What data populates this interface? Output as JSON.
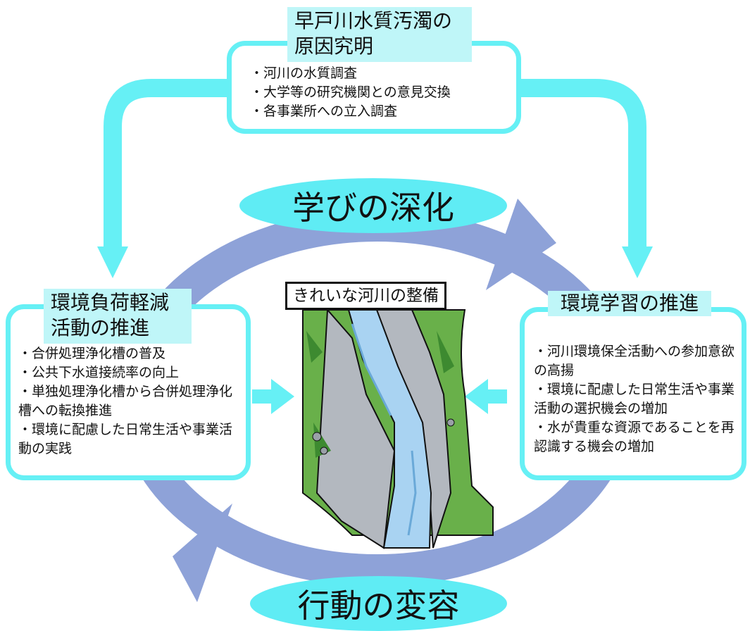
{
  "top_box": {
    "title_line1": "早戸川水質汚濁の",
    "title_line2": "原因究明",
    "items": [
      "・河川の水質調査",
      "・大学等の研究機関との意見交換",
      "・各事業所への立入調査"
    ]
  },
  "left_box": {
    "title_line1": "環境負荷軽減",
    "title_line2": "活動の推進",
    "items": [
      "・合併処理浄化槽の普及",
      "・公共下水道接続率の向上",
      "・単独処理浄化槽から合併処理浄化槽への転換推進",
      "・環境に配慮した日常生活や事業活動の実践"
    ]
  },
  "right_box": {
    "title": "環境学習の推進",
    "items": [
      "・河川環境保全活動への参加意欲の高揚",
      "・環境に配慮した日常生活や事業活動の選択機会の増加",
      "・水が貴重な資源であることを再認識する機会の増加"
    ]
  },
  "center": {
    "label": "きれいな河川の整備"
  },
  "ovals": {
    "top": "学びの深化",
    "bottom": "行動の変容"
  },
  "colors": {
    "cyan": "#66f0f5",
    "cycle": "#8ea2d8",
    "oval": "#5fecf4",
    "title_bg": "#bff6f8"
  }
}
